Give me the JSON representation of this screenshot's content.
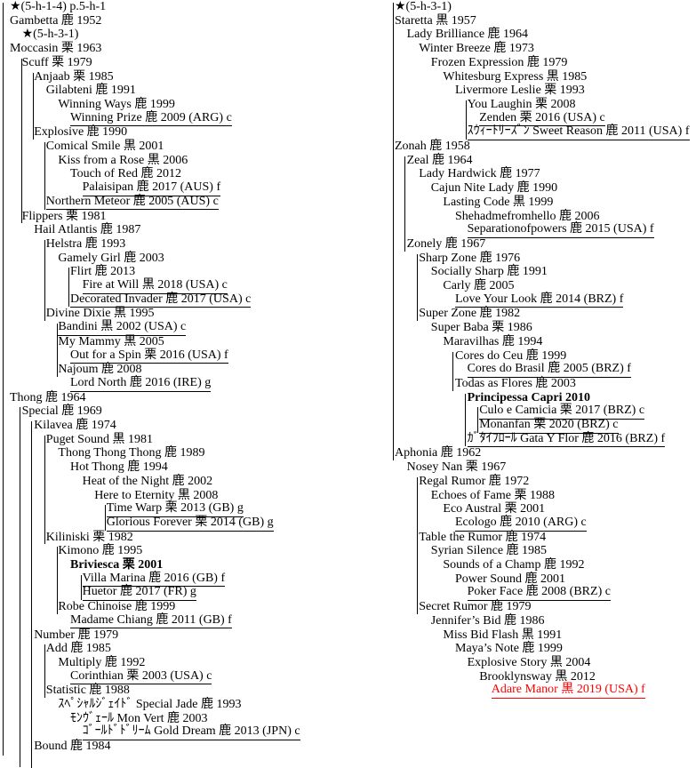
{
  "colors": {
    "text": "#000000",
    "highlight": "#ff0000"
  },
  "columns": [
    {
      "rows": [
        {
          "level": 0,
          "text": "★(5-h-1-4) p.5-h-1"
        },
        {
          "level": 0,
          "text": "Gambetta  鹿 1952"
        },
        {
          "level": 1,
          "text": "★(5-h-3-1)"
        },
        {
          "level": 0,
          "text": "Moccasin  栗 1963"
        },
        {
          "level": 1,
          "text": "Scuff  栗 1979"
        },
        {
          "level": 2,
          "text": "Anjaab  栗 1985"
        },
        {
          "level": 3,
          "text": "Gilabteni  鹿 1991"
        },
        {
          "level": 4,
          "text": "Winning Ways  鹿 1999"
        },
        {
          "level": 5,
          "text": "Winning Prize  鹿 2009 (ARG) c",
          "underline": true
        },
        {
          "level": 2,
          "text": "Explosive  鹿 1990"
        },
        {
          "level": 3,
          "text": "Comical Smile  黒 2001"
        },
        {
          "level": 4,
          "text": "Kiss from a Rose  黒 2006"
        },
        {
          "level": 5,
          "text": "Touch of Red  鹿 2012"
        },
        {
          "level": 6,
          "text": "Palaisipan  鹿 2017 (AUS) f",
          "underline": true
        },
        {
          "level": 3,
          "text": "Northern Meteor  鹿 2005 (AUS) c",
          "underline": true
        },
        {
          "level": 1,
          "text": "Flippers  栗 1981"
        },
        {
          "level": 2,
          "text": "Hail Atlantis  鹿 1987"
        },
        {
          "level": 3,
          "text": "Helstra  鹿 1993"
        },
        {
          "level": 4,
          "text": "Gamely Girl  鹿 2003"
        },
        {
          "level": 5,
          "text": "Flirt  鹿 2013"
        },
        {
          "level": 6,
          "text": "Fire at Will  黒 2018 (USA) c",
          "underline": true
        },
        {
          "level": 5,
          "text": "Decorated Invader  鹿 2017 (USA) c",
          "underline": true
        },
        {
          "level": 3,
          "text": "Divine Dixie  黒 1995"
        },
        {
          "level": 4,
          "text": "Bandini  黒 2002 (USA) c",
          "underline": true
        },
        {
          "level": 4,
          "text": "My Mammy  黒 2005"
        },
        {
          "level": 5,
          "text": "Out for a Spin  栗 2016 (USA) f",
          "underline": true
        },
        {
          "level": 4,
          "text": "Najoum  鹿 2008"
        },
        {
          "level": 5,
          "text": "Lord North  鹿 2016 (IRE) g",
          "underline": true
        },
        {
          "level": 0,
          "text": "Thong  鹿 1964"
        },
        {
          "level": 1,
          "text": "Special  鹿 1969"
        },
        {
          "level": 2,
          "text": "Kilavea  鹿 1974"
        },
        {
          "level": 3,
          "text": "Puget Sound  黒 1981"
        },
        {
          "level": 4,
          "text": "Thong Thong Thong  鹿 1989"
        },
        {
          "level": 5,
          "text": "Hot Thong  鹿 1994"
        },
        {
          "level": 6,
          "text": "Heat of the Night  鹿 2002"
        },
        {
          "level": 7,
          "text": "Here to Eternity  黒 2008"
        },
        {
          "level": 8,
          "text": "Time Warp  栗 2013 (GB) g",
          "underline": true
        },
        {
          "level": 8,
          "text": "Glorious Forever  栗 2014 (GB) g",
          "underline": true
        },
        {
          "level": 3,
          "text": "Kiliniski  栗 1982"
        },
        {
          "level": 4,
          "text": "Kimono  鹿 1995"
        },
        {
          "level": 5,
          "text": "Briviesca  栗 2001",
          "bold": true
        },
        {
          "level": 6,
          "text": "Villa Marina  鹿 2016 (GB) f",
          "underline": true
        },
        {
          "level": 6,
          "text": "Huetor  鹿 2017 (FR) g",
          "underline": true
        },
        {
          "level": 4,
          "text": "Robe Chinoise  鹿 1999"
        },
        {
          "level": 5,
          "text": "Madame Chiang  鹿 2011 (GB) f",
          "underline": true
        },
        {
          "level": 2,
          "text": "Number  鹿 1979"
        },
        {
          "level": 3,
          "text": "Add  鹿 1985"
        },
        {
          "level": 4,
          "text": "Multiply  鹿 1992"
        },
        {
          "level": 5,
          "text": "Corinthian  栗 2003 (USA) c",
          "underline": true
        },
        {
          "level": 3,
          "text": "Statistic  鹿 1988"
        },
        {
          "level": 4,
          "text": "ｽﾍﾟｼｬﾙｼﾞｪｲﾄﾞ Special Jade  鹿 1993"
        },
        {
          "level": 5,
          "text": "ﾓﾝｳﾞｪｰﾙ Mon Vert  鹿 2003"
        },
        {
          "level": 6,
          "text": "ｺﾞｰﾙﾄﾞﾄﾞﾘｰﾑ Gold Dream  鹿 2013 (JPN) c",
          "underline": true
        },
        {
          "level": 2,
          "text": "Bound  鹿 1984"
        }
      ]
    },
    {
      "rows": [
        {
          "level": 0,
          "text": "★(5-h-3-1)"
        },
        {
          "level": 0,
          "text": "Staretta  黒 1957"
        },
        {
          "level": 1,
          "text": "Lady Brilliance  鹿 1964"
        },
        {
          "level": 2,
          "text": "Winter Breeze  鹿 1973"
        },
        {
          "level": 3,
          "text": "Frozen Expression  鹿 1979"
        },
        {
          "level": 4,
          "text": "Whitesburg Express  黒 1985"
        },
        {
          "level": 5,
          "text": "Livermore Leslie  栗 1993"
        },
        {
          "level": 6,
          "text": "You Laughin  栗 2008"
        },
        {
          "level": 7,
          "text": "Zenden  栗 2016 (USA) c",
          "underline": true
        },
        {
          "level": 6,
          "text": "ｽｳｨｰﾄﾘｰｽﾞﾝ Sweet Reason  鹿 2011 (USA) f",
          "underline": true
        },
        {
          "level": 0,
          "text": "Zonah  鹿 1958"
        },
        {
          "level": 1,
          "text": "Zeal  鹿 1964"
        },
        {
          "level": 2,
          "text": "Lady Hardwick  鹿 1977"
        },
        {
          "level": 3,
          "text": "Cajun Nite Lady  鹿 1990"
        },
        {
          "level": 4,
          "text": "Lasting Code  黒 1999"
        },
        {
          "level": 5,
          "text": "Shehadmefromhello  鹿 2006"
        },
        {
          "level": 6,
          "text": "Separationofpowers  鹿 2015 (USA) f",
          "underline": true
        },
        {
          "level": 1,
          "text": "Zonely  鹿 1967"
        },
        {
          "level": 2,
          "text": "Sharp Zone  鹿 1976"
        },
        {
          "level": 3,
          "text": "Socially Sharp  鹿 1991"
        },
        {
          "level": 4,
          "text": "Carly  鹿 2005"
        },
        {
          "level": 5,
          "text": "Love Your Look  鹿 2014 (BRZ) f",
          "underline": true
        },
        {
          "level": 2,
          "text": "Super Zone  鹿 1982"
        },
        {
          "level": 3,
          "text": "Super Baba  栗 1986"
        },
        {
          "level": 4,
          "text": "Maravilhas  鹿 1994"
        },
        {
          "level": 5,
          "text": "Cores do Ceu  鹿 1999"
        },
        {
          "level": 6,
          "text": "Cores do Brasil  鹿 2005 (BRZ) f",
          "underline": true
        },
        {
          "level": 5,
          "text": "Todas as Flores  鹿 2003"
        },
        {
          "level": 6,
          "text": "Principessa Capri 2010",
          "bold": true
        },
        {
          "level": 7,
          "text": "Culo e Camicia  栗 2017 (BRZ) c",
          "underline": true
        },
        {
          "level": 7,
          "text": "Monanfan  栗 2020 (BRZ) c",
          "underline": true
        },
        {
          "level": 6,
          "text": "ｶﾞﾀｲﾌﾛｰﾙ Gata Y Flor  鹿 2016 (BRZ) f",
          "underline": true
        },
        {
          "level": 0,
          "text": "Aphonia  鹿 1962"
        },
        {
          "level": 1,
          "text": "Nosey Nan  栗 1967"
        },
        {
          "level": 2,
          "text": "Regal Rumor  鹿 1972"
        },
        {
          "level": 3,
          "text": "Echoes of Fame  栗 1988"
        },
        {
          "level": 4,
          "text": "Eco Austral  栗 2001"
        },
        {
          "level": 5,
          "text": "Ecologo  鹿 2010 (ARG) c",
          "underline": true
        },
        {
          "level": 2,
          "text": "Table the Rumor  鹿 1974"
        },
        {
          "level": 3,
          "text": "Syrian Silence  鹿 1985"
        },
        {
          "level": 4,
          "text": "Sounds of a Champ  鹿 1992"
        },
        {
          "level": 5,
          "text": "Power Sound  鹿 2001"
        },
        {
          "level": 6,
          "text": "Poker Face  鹿 2008 (BRZ) c",
          "underline": true
        },
        {
          "level": 2,
          "text": "Secret Rumor  鹿 1979"
        },
        {
          "level": 3,
          "text": "Jennifer’s Bid  鹿 1986"
        },
        {
          "level": 4,
          "text": "Miss Bid Flash  黒 1991"
        },
        {
          "level": 5,
          "text": "Maya’s Note  鹿 1999"
        },
        {
          "level": 6,
          "text": "Explosive Story  黒 2004"
        },
        {
          "level": 7,
          "text": "Brooklynsway  黒 2012"
        },
        {
          "level": 8,
          "text": "Adare Manor  黒 2019 (USA) f",
          "underline": true,
          "highlight": true
        }
      ]
    }
  ]
}
